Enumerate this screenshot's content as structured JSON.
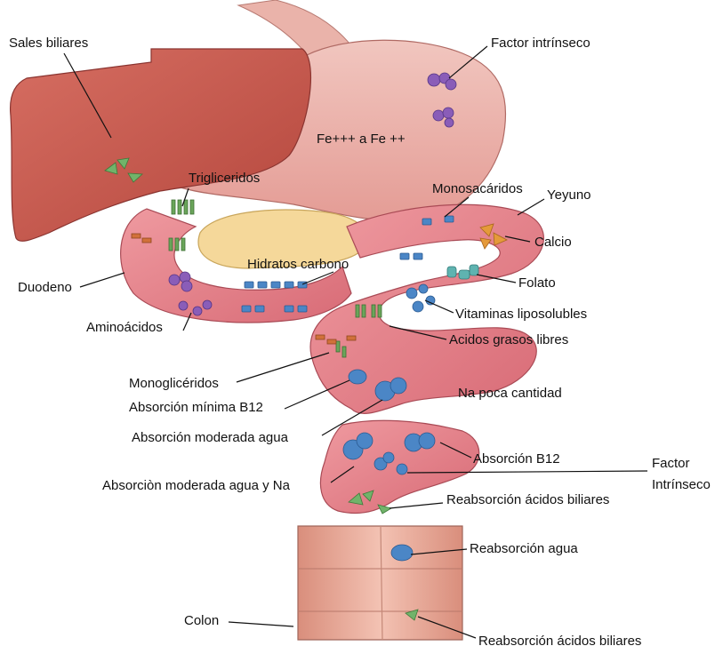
{
  "labels": {
    "sales_biliares": "Sales biliares",
    "factor_intrinseco_top": "Factor intrínseco",
    "hierro": "Fe+++ a  Fe ++",
    "trigliceridos": "Trigliceridos",
    "monosacaridos": "Monosacáridos",
    "yeyuno": "Yeyuno",
    "calcio": "Calcio",
    "hidratos": "Hidratos carbono",
    "folato": "Folato",
    "duodeno": "Duodeno",
    "vitaminas": "Vitaminas liposolubles",
    "aminoacidos": "Aminoácidos",
    "acidos_grasos": "Acidos grasos libres",
    "monogliceridos": "Monoglicéridos",
    "absorcion_minima_b12": "Absorción mínima B12",
    "na_poca": "Na poca cantidad",
    "absorcion_moderada_agua": "Absorción moderada agua",
    "absorcion_b12": "Absorción B12",
    "factor_intrinseco_bottom_1": "Factor",
    "factor_intrinseco_bottom_2": "Intrínseco",
    "absorcion_agua_na": "Absorciòn moderada agua y Na",
    "reabsorcion_biliares_1": "Reabsorción ácidos biliares",
    "reabsorcion_agua": "Reabsorción agua",
    "colon": "Colon",
    "reabsorcion_biliares_2": "Reabsorción ácidos biliares"
  },
  "colors": {
    "liver": "#c4554a",
    "stomach": "#eab7b0",
    "intestine": "#e7848c",
    "pancreas": "#f5d89a",
    "colon": "#ecae9c",
    "molecule_blue": "#4b86c6",
    "molecule_purple": "#8a5db8",
    "molecule_green": "#71b36a",
    "molecule_orange": "#e59a3a"
  }
}
